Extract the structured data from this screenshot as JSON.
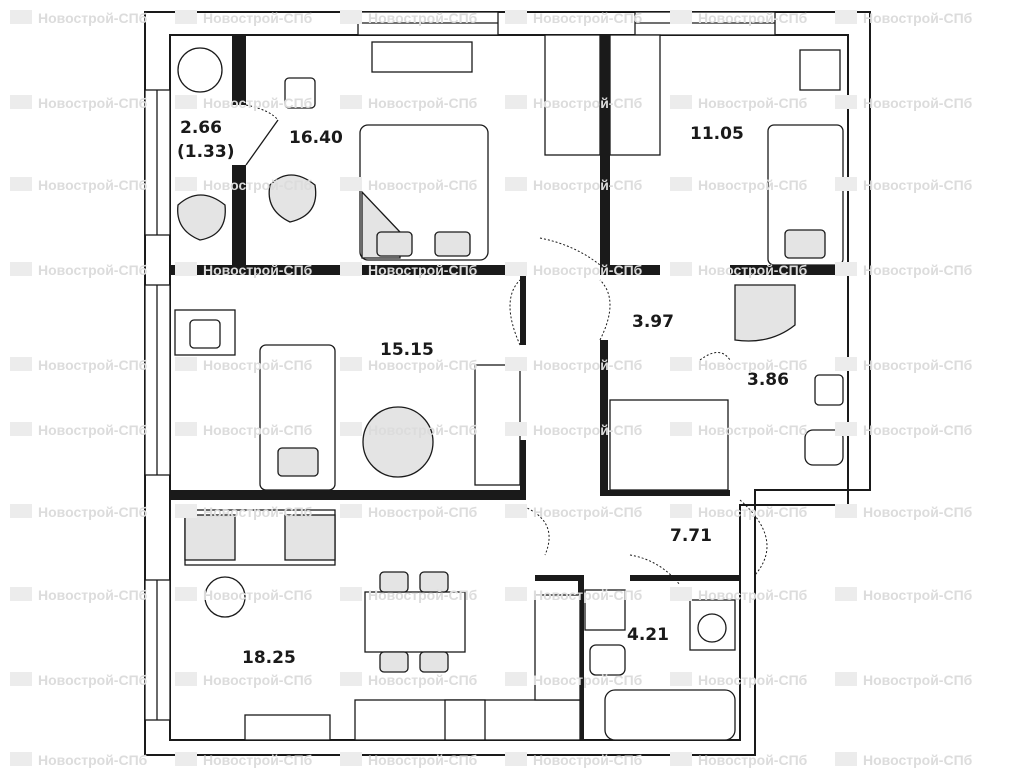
{
  "watermark": "Новострой-СПб",
  "rooms": [
    {
      "name": "loggia",
      "area": "2.66",
      "area_reduced": "(1.33)"
    },
    {
      "name": "bedroom-1",
      "area": "16.40"
    },
    {
      "name": "bedroom-2",
      "area": "11.05"
    },
    {
      "name": "bedroom-3",
      "area": "15.15"
    },
    {
      "name": "hall-1",
      "area": "3.97"
    },
    {
      "name": "bathroom-1",
      "area": "3.86"
    },
    {
      "name": "hall-2",
      "area": "7.71"
    },
    {
      "name": "kitchen-living",
      "area": "18.25"
    },
    {
      "name": "bathroom-2",
      "area": "4.21"
    }
  ]
}
